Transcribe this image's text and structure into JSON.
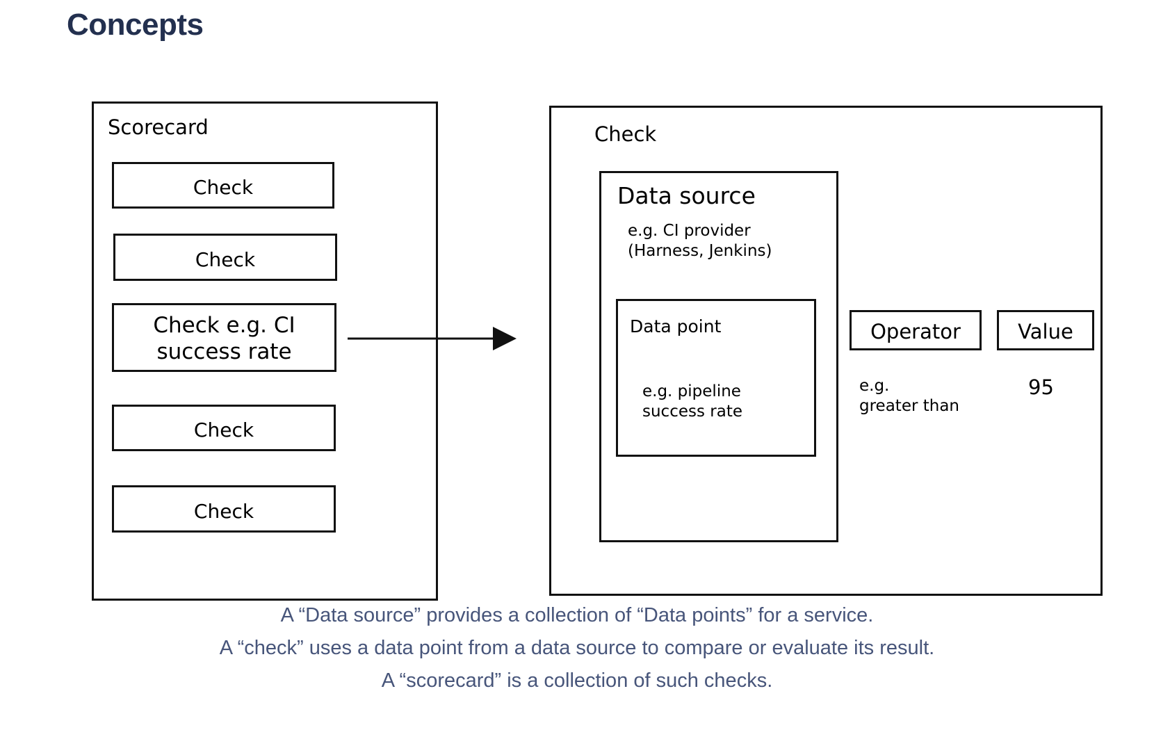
{
  "page": {
    "title": "Concepts",
    "title_color": "#23304f",
    "background": "#ffffff",
    "stroke_color": "#111111"
  },
  "scorecard": {
    "title": "Scorecard",
    "checks": [
      {
        "label": "Check"
      },
      {
        "label": "Check"
      },
      {
        "label_line1": "Check e.g. CI",
        "label_line2": "success rate"
      },
      {
        "label": "Check"
      },
      {
        "label": "Check"
      }
    ]
  },
  "check_detail": {
    "title": "Check",
    "data_source": {
      "title": "Data source",
      "example_line1": "e.g. CI provider",
      "example_line2": "(Harness, Jenkins)",
      "data_point": {
        "title": "Data point",
        "example_line1": "e.g. pipeline",
        "example_line2": "success rate"
      }
    },
    "operator": {
      "label": "Operator",
      "example_line1": "e.g.",
      "example_line2": "greater than"
    },
    "value": {
      "label": "Value",
      "example": "95"
    }
  },
  "caption": {
    "color": "#47557a",
    "lines": [
      "A “Data source” provides a collection of “Data points” for a service.",
      "A “check” uses a data point from a data source to compare or evaluate its result.",
      "A “scorecard” is a collection of such checks."
    ]
  }
}
